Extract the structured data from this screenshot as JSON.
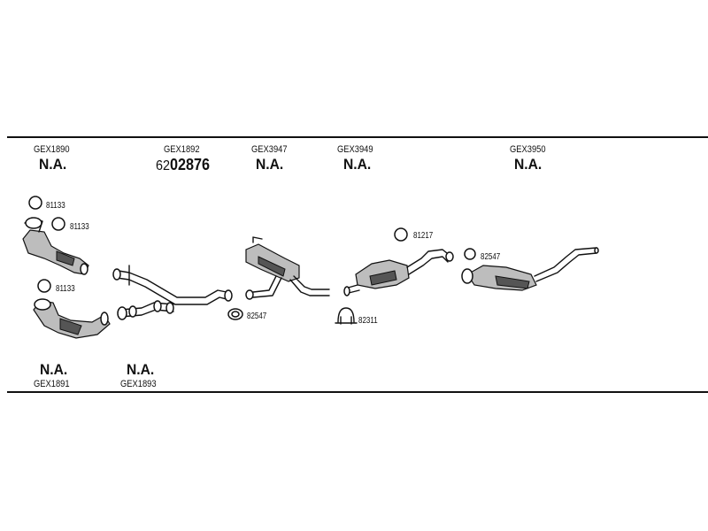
{
  "header_codes": [
    "GEX1890",
    "GEX1892",
    "GEX3947",
    "GEX3949",
    "GEX3950"
  ],
  "header_status": [
    "N.A.",
    "N.A.",
    "N.A.",
    "N.A."
  ],
  "part_number": {
    "prefix": "62",
    "main": "02876"
  },
  "clamp_labels": [
    "81133",
    "81133",
    "81133",
    "82547",
    "82311",
    "81217",
    "82547"
  ],
  "footer_status": [
    "N.A.",
    "N.A."
  ],
  "footer_codes": [
    "GEX1891",
    "GEX1893"
  ]
}
